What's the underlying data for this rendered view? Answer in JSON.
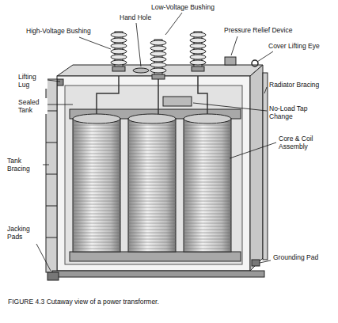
{
  "diagram": {
    "caption": "FIGURE 4.3 Cutaway view of a power transformer.",
    "labels": [
      "High-Voltage Bushing",
      "Hand Hole",
      "Low-Voltage Bushing",
      "Pressure Relief Device",
      "Cover Lifting Eye",
      "Lifting Lug",
      "Sealed Tank",
      "Radiator Bracing",
      "No-Load Tap Change",
      "Core & Coil Assembly",
      "Tank Bracing",
      "Jacking Pads",
      "Grounding Pad"
    ]
  }
}
